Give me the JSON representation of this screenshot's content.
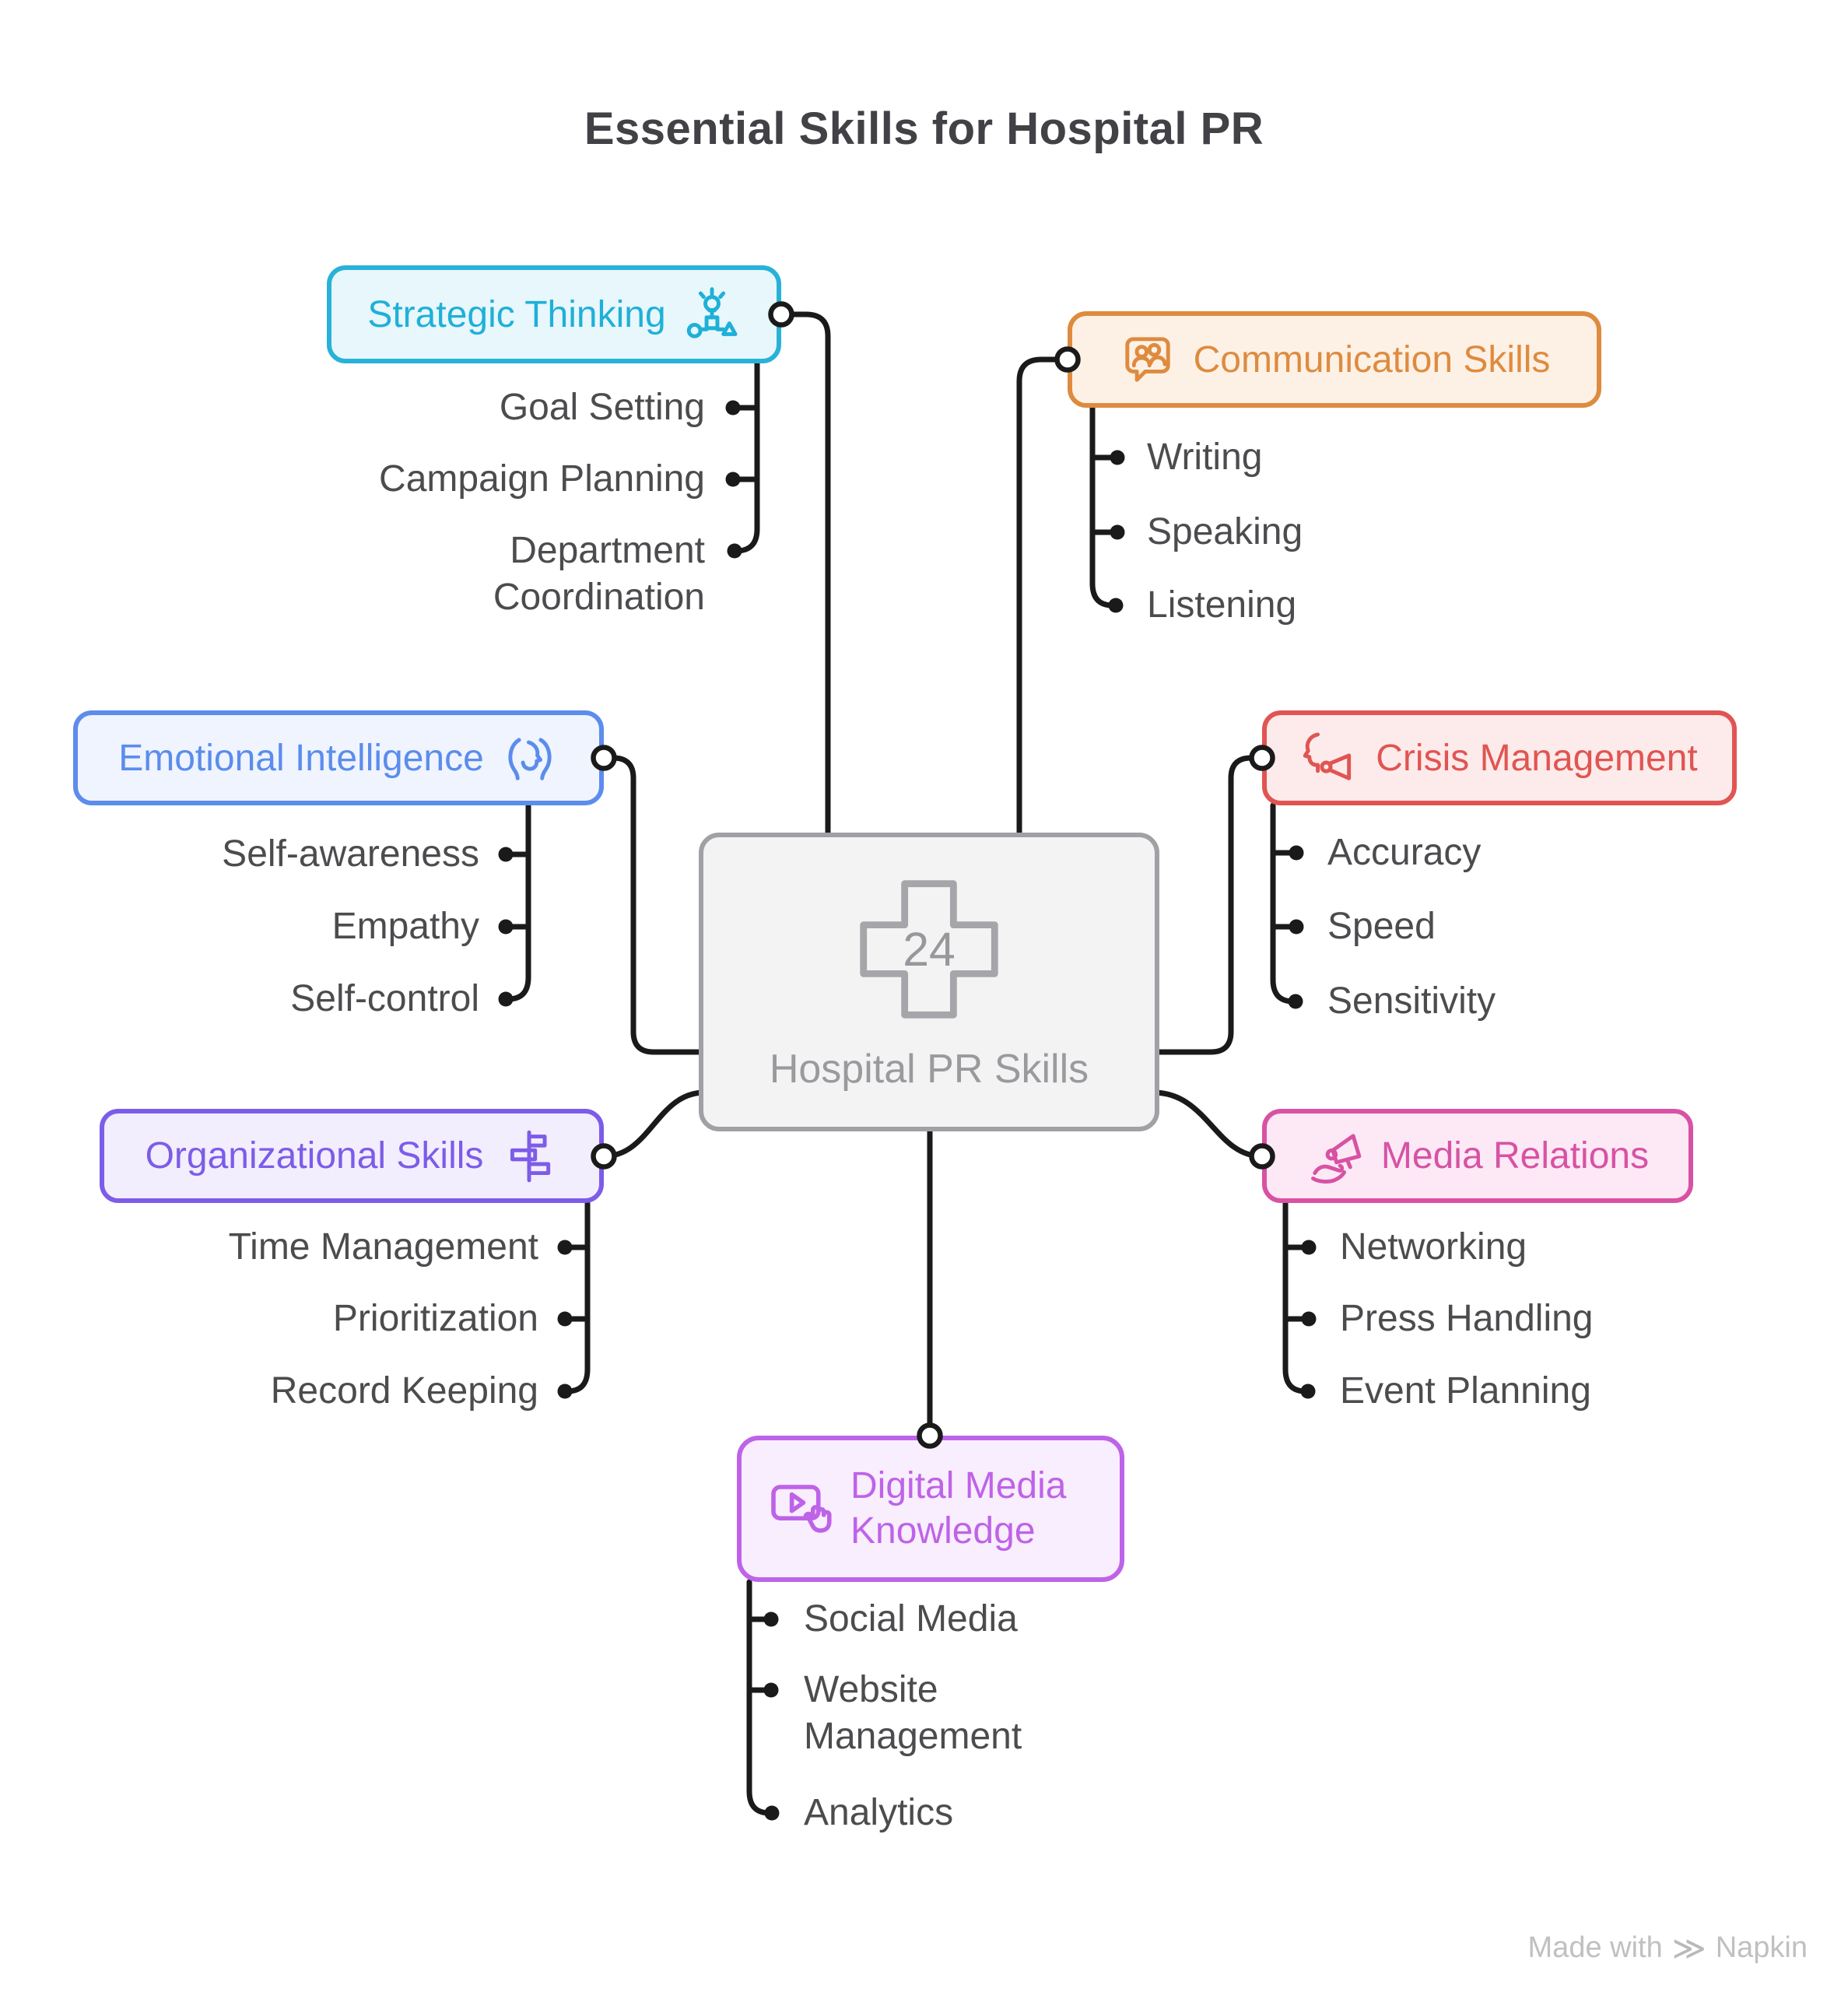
{
  "title": "Essential Skills for Hospital PR",
  "center": {
    "label": "Hospital PR Skills",
    "badge": "24",
    "icon": "medical-cross-icon",
    "border_color": "#A1A1A5",
    "bg_color": "#F3F3F4",
    "text_color": "#9A9A9E"
  },
  "connector_color": "#1A1A1A",
  "branches": [
    {
      "id": "strategic-thinking",
      "label": "Strategic Thinking",
      "icon": "strategy-idea-icon",
      "accent": "#29B2D8",
      "bg": "#E8F7FC",
      "children": [
        "Goal Setting",
        "Campaign Planning",
        "Department Coordination"
      ]
    },
    {
      "id": "communication-skills",
      "label": "Communication Skills",
      "icon": "people-chat-icon",
      "accent": "#DE8B3F",
      "bg": "#FDF1E5",
      "children": [
        "Writing",
        "Speaking",
        "Listening"
      ]
    },
    {
      "id": "emotional-intelligence",
      "label": "Emotional Intelligence",
      "icon": "two-heads-icon",
      "accent": "#5C8CEC",
      "bg": "#EFF4FE",
      "children": [
        "Self-awareness",
        "Empathy",
        "Self-control"
      ]
    },
    {
      "id": "crisis-management",
      "label": "Crisis Management",
      "icon": "speaking-head-megaphone-icon",
      "accent": "#E05552",
      "bg": "#FDEBEB",
      "children": [
        "Accuracy",
        "Speed",
        "Sensitivity"
      ]
    },
    {
      "id": "organizational-skills",
      "label": "Organizational Skills",
      "icon": "gantt-chart-icon",
      "accent": "#7D5CE8",
      "bg": "#F2EEFE",
      "children": [
        "Time Management",
        "Prioritization",
        "Record Keeping"
      ]
    },
    {
      "id": "media-relations",
      "label": "Media Relations",
      "icon": "hand-megaphone-icon",
      "accent": "#D852A4",
      "bg": "#FCE9F5",
      "children": [
        "Networking",
        "Press Handling",
        "Event Planning"
      ]
    },
    {
      "id": "digital-media-knowledge",
      "label": "Digital Media Knowledge",
      "icon": "video-hand-icon",
      "accent": "#BE63E8",
      "bg": "#F9EEFD",
      "children": [
        "Social Media",
        "Website Management",
        "Analytics"
      ]
    }
  ],
  "watermark": {
    "prefix": "Made with",
    "brand": "Napkin",
    "logo": "napkin-logo-icon",
    "color": "#C0C0C3"
  }
}
